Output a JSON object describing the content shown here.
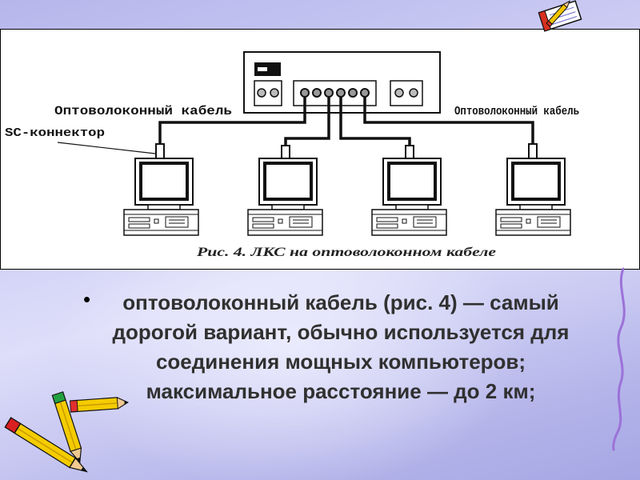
{
  "slide": {
    "diagram": {
      "left_cable_label": "Оптоволоконный кабель",
      "right_cable_label": "Оптоволоконный кабель",
      "connector_label": "SC-коннектор",
      "caption": "Рис. 4. ЛКС на оптоволоконном кабеле"
    },
    "bullet": {
      "marker": "•",
      "lines": [
        "оптоволоконный кабель (рис. 4) — самый",
        "дорогой вариант, обычно используется для",
        "соединения мощных компьютеров;",
        "максимальное расстояние — до 2 км;"
      ]
    }
  },
  "colors": {
    "text": "#303030",
    "diagram_background": "#ffffff",
    "accent_squiggle": "#9b72d8",
    "pencil_body": "#f4cc00"
  },
  "icons": {
    "top_right": "notebook-pencil-clipart",
    "bottom_left": "crossed-pencils-clipart"
  }
}
